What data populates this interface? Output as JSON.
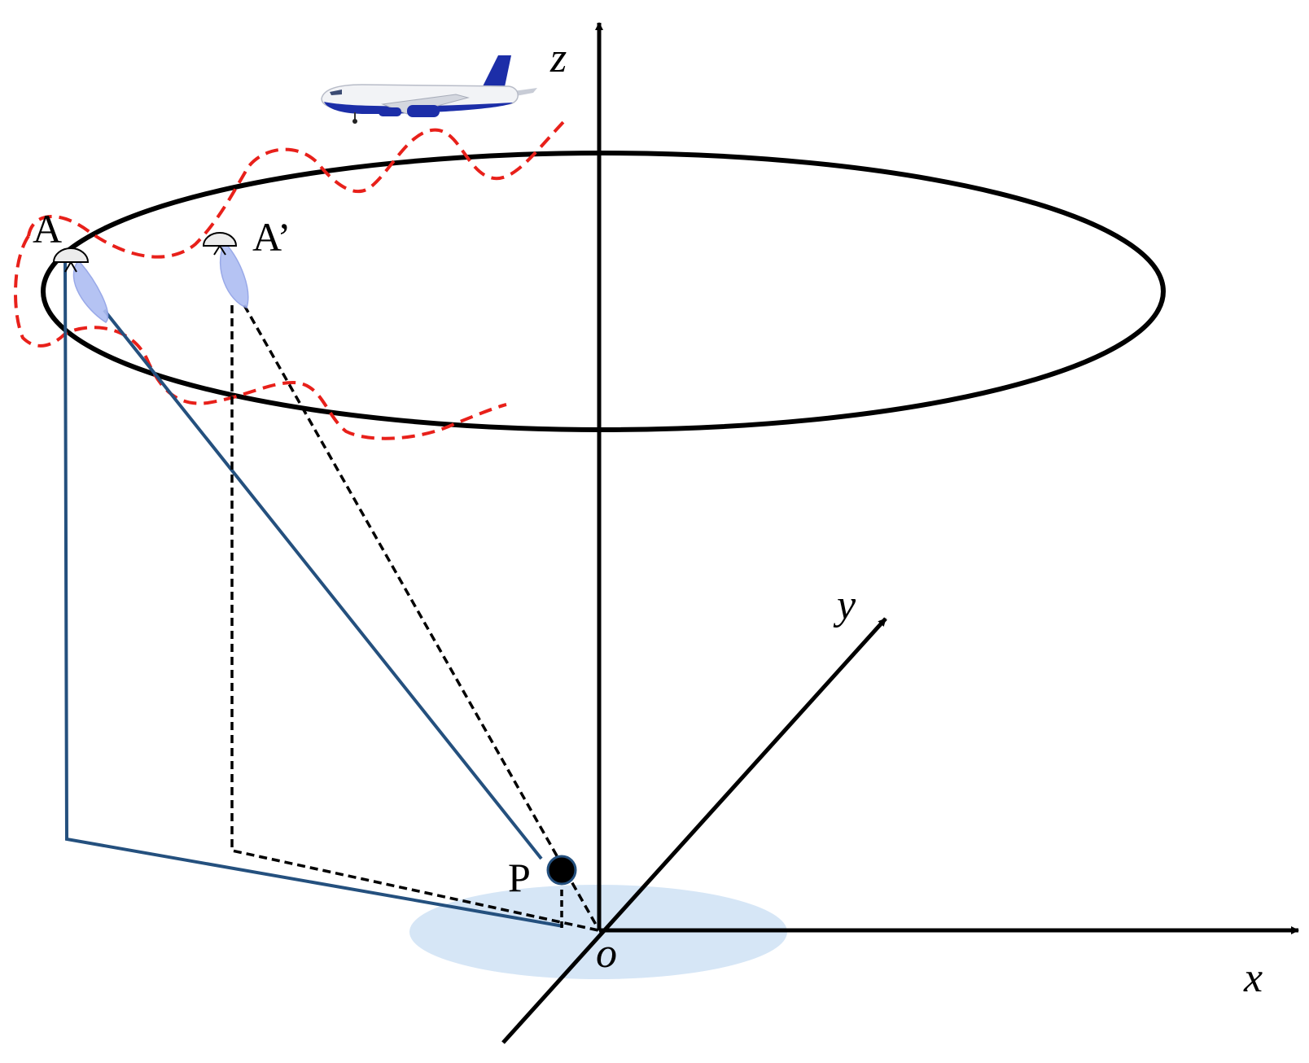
{
  "labels": {
    "z_axis": "z",
    "y_axis": "y",
    "x_axis": "x",
    "origin": "o",
    "antenna_a": "A",
    "antenna_a_prime": "A’",
    "target_point": "P"
  },
  "colors": {
    "axis": "#000000",
    "orbit": "#000000",
    "flight_path": "#e8201a",
    "slant_line_solid": "#24507e",
    "slant_line_dashed": "#000000",
    "beam": "#aebdf2",
    "ground_footprint": "#d6e6f6",
    "aircraft_body": "#f2f3f6",
    "aircraft_accent": "#1c2ea8"
  },
  "icons": {
    "aircraft": "airplane-icon",
    "antenna": "antenna-dish-icon"
  }
}
